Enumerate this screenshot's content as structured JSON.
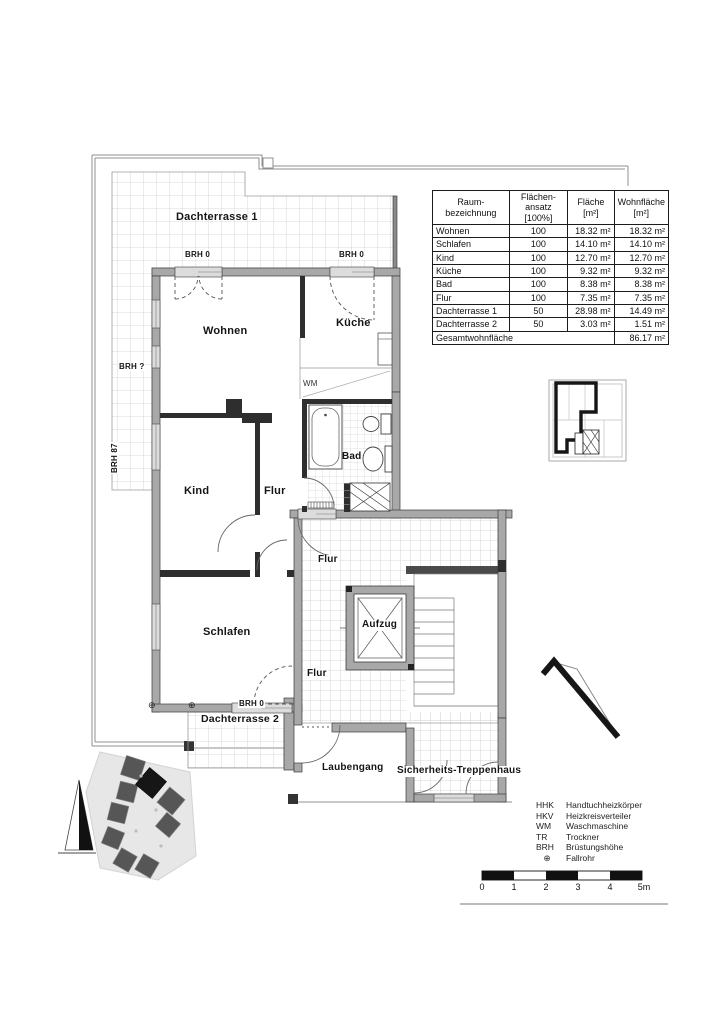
{
  "table": {
    "headers": [
      {
        "l1": "Raum-",
        "l2": "bezeichnung"
      },
      {
        "l1": "Flächen-",
        "l2": "ansatz [100%]"
      },
      {
        "l1": "Fläche",
        "l2": "[m²]"
      },
      {
        "l1": "Wohnfläche",
        "l2": "[m²]"
      }
    ],
    "rows": [
      {
        "name": "Wohnen",
        "ansatz": "100",
        "flaeche": "18.32 m²",
        "wohnflaeche": "18.32 m²"
      },
      {
        "name": "Schlafen",
        "ansatz": "100",
        "flaeche": "14.10 m²",
        "wohnflaeche": "14.10 m²"
      },
      {
        "name": "Kind",
        "ansatz": "100",
        "flaeche": "12.70 m²",
        "wohnflaeche": "12.70 m²"
      },
      {
        "name": "Küche",
        "ansatz": "100",
        "flaeche": "9.32 m²",
        "wohnflaeche": "9.32 m²"
      },
      {
        "name": "Bad",
        "ansatz": "100",
        "flaeche": "8.38 m²",
        "wohnflaeche": "8.38 m²"
      },
      {
        "name": "Flur",
        "ansatz": "100",
        "flaeche": "7.35 m²",
        "wohnflaeche": "7.35 m²"
      },
      {
        "name": "Dachterrasse 1",
        "ansatz": "50",
        "flaeche": "28.98 m²",
        "wohnflaeche": "14.49 m²"
      },
      {
        "name": "Dachterrasse 2",
        "ansatz": "50",
        "flaeche": "3.03 m²",
        "wohnflaeche": "1.51 m²"
      }
    ],
    "footer": {
      "label": "Gesamtwohnfläche",
      "value": "86.17 m²"
    }
  },
  "rooms": {
    "dachterrasse1": "Dachterrasse 1",
    "wohnen": "Wohnen",
    "kueche": "Küche",
    "wm": "WM",
    "bad": "Bad",
    "kind": "Kind",
    "flur_wohnung": "Flur",
    "schlafen": "Schlafen",
    "dachterrasse2": "Dachterrasse 2",
    "flur_treppenhaus_oben": "Flur",
    "flur_treppenhaus_unten": "Flur",
    "aufzug": "Aufzug",
    "laubengang": "Laubengang",
    "sicherheits_treppenhaus": "Sicherheits-Treppenhaus"
  },
  "annotations": {
    "brh0_wohnen_tuer": "BRH 0",
    "brh0_kueche_tuer": "BRH 0",
    "brh_links_oben": "BRH ?",
    "brh_links_unten": "BRH 87",
    "brh0_terrasse2": "BRH 0",
    "fallrohr_symbol": "⊕"
  },
  "legend": {
    "items": [
      {
        "abbr": "HHK",
        "label": "Handtuchheizkörper"
      },
      {
        "abbr": "HKV",
        "label": "Heizkreisverteiler"
      },
      {
        "abbr": "WM",
        "label": "Waschmaschine"
      },
      {
        "abbr": "TR",
        "label": "Trockner"
      },
      {
        "abbr": "BRH",
        "label": "Brüstungshöhe"
      },
      {
        "abbr": "⊕",
        "label": "Fallrohr"
      }
    ]
  },
  "scalebar": {
    "ticks": [
      "0",
      "1",
      "2",
      "3",
      "4",
      "5m"
    ]
  },
  "colors": {
    "wall_fill": "#a8a8a8",
    "wall_edge": "#3d3d3d",
    "interior_wall": "#2e2e2e",
    "tile_line": "#cfcfcf",
    "highlight": "#161616"
  }
}
